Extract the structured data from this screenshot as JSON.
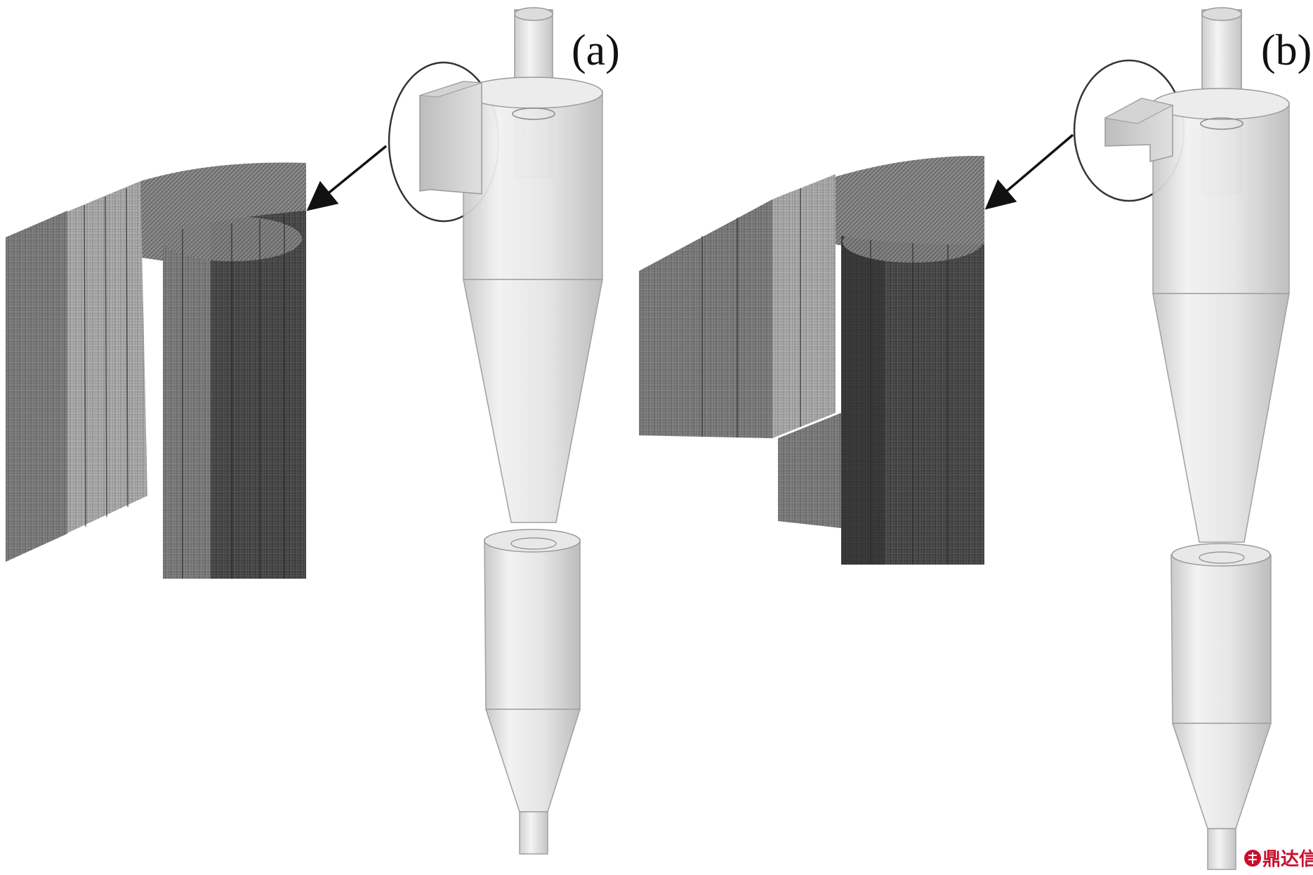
{
  "figure": {
    "panels": [
      {
        "id": "a",
        "label": "(a)"
      },
      {
        "id": "b",
        "label": "(b)"
      }
    ],
    "watermark": {
      "text": "鼎达信",
      "color": "#c8102e"
    },
    "colors": {
      "cyclone_body": "#e4e4e4",
      "cyclone_edge": "#9a9a9a",
      "mesh_dark": "#3a3a3a",
      "mesh_mid": "#6a6a6a",
      "mesh_light": "#9a9a9a",
      "arrow": "#111111"
    }
  }
}
